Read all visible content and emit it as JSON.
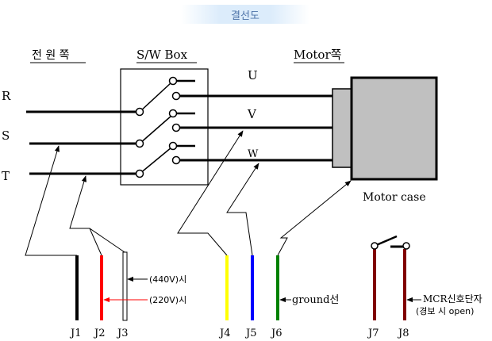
{
  "title": "결선도",
  "sections": {
    "power_side": "전 원 쪽",
    "switch_box": "S/W Box",
    "motor_side": "Motor쪽"
  },
  "phases": [
    {
      "id": "R",
      "label": "R"
    },
    {
      "id": "S",
      "label": "S"
    },
    {
      "id": "T",
      "label": "T"
    }
  ],
  "motor_phases": [
    {
      "id": "U",
      "label": "U"
    },
    {
      "id": "V",
      "label": "V"
    },
    {
      "id": "W",
      "label": "W"
    }
  ],
  "motor_case_label": "Motor case",
  "terminals": [
    {
      "id": "J1",
      "label": "J1",
      "color": "#000000"
    },
    {
      "id": "J2",
      "label": "J2",
      "color": "#ff0000"
    },
    {
      "id": "J3",
      "label": "J3",
      "color": "#ffffff"
    },
    {
      "id": "J4",
      "label": "J4",
      "color": "#ffff00"
    },
    {
      "id": "J5",
      "label": "J5",
      "color": "#0000ff"
    },
    {
      "id": "J6",
      "label": "J6",
      "color": "#008000"
    },
    {
      "id": "J7",
      "label": "J7",
      "color": "#800000"
    },
    {
      "id": "J8",
      "label": "J8",
      "color": "#800000"
    }
  ],
  "annotations": {
    "j3_440v": "(440V)시",
    "j2_220v": "(220V)시",
    "ground": "ground선",
    "mcr_line1": "MCR신호단자",
    "mcr_line2": "(경보 시 open)"
  }
}
